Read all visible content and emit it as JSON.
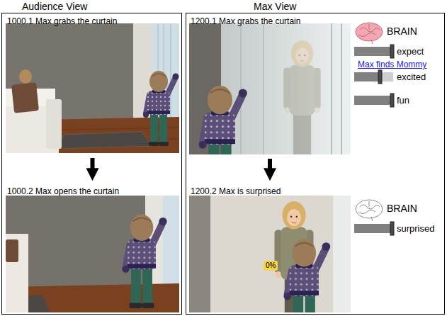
{
  "diagram": {
    "nodes": [
      {
        "text": [
          "Audience View"
        ]
      },
      {
        "text": [
          "1000.1 Max grabs the curtain"
        ],
        "in": 0
      },
      {
        "text": [
          "1000.2 Max opens the curtain"
        ],
        "in": 0
      },
      {
        "text": [
          "Max View"
        ]
      },
      {
        "text": [
          "1200.1 Max grabs the curtain"
        ],
        "in": 3
      },
      {
        "text": [
          "1200.2 Max is surprised"
        ],
        "in": 3
      }
    ],
    "edges": [
      {
        "from": 1,
        "to": 2,
        "arrow": "to"
      },
      {
        "from": 4,
        "to": 5,
        "arrow": "to"
      }
    ],
    "labels": [
      "BRAIN",
      "expect",
      "Max finds Mommy",
      "excited",
      "fun",
      "BRAIN",
      "surprised",
      "0%"
    ]
  }
}
